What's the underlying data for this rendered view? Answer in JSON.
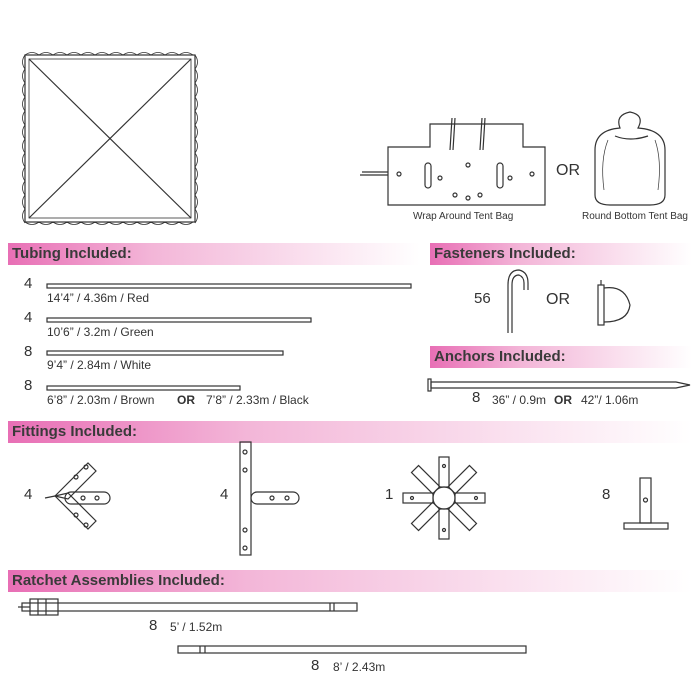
{
  "bags": {
    "wrap_label": "Wrap Around Tent Bag",
    "or_label": "OR",
    "round_label": "Round Bottom Tent Bag"
  },
  "sections": {
    "tubing": "Tubing Included:",
    "fasteners": "Fasteners Included:",
    "anchors": "Anchors Included:",
    "fittings": "Fittings Included:",
    "ratchets": "Ratchet Assemblies Included:"
  },
  "tubing": [
    {
      "qty": "4",
      "label": "14’4” / 4.36m  /  Red"
    },
    {
      "qty": "4",
      "label": "10’6” / 3.2m  /  Green"
    },
    {
      "qty": "8",
      "label": "9’4” / 2.84m  /  White"
    },
    {
      "qty": "8",
      "label": "6’8” / 2.03m  /  Brown",
      "or": "OR",
      "label2": "7’8” / 2.33m  /  Black"
    }
  ],
  "fasteners": {
    "qty": "56",
    "or": "OR"
  },
  "anchors": {
    "qty": "8",
    "label": "36” / 0.9m",
    "or": "OR",
    "label2": "42”/ 1.06m"
  },
  "fittings": [
    {
      "qty": "4"
    },
    {
      "qty": "4"
    },
    {
      "qty": "1"
    },
    {
      "qty": "8"
    }
  ],
  "ratchets": [
    {
      "qty": "8",
      "label": "5’ / 1.52m"
    },
    {
      "qty": "8",
      "label": "8’ / 2.43m"
    }
  ],
  "colors": {
    "banner_start": "#e040a0",
    "banner_end": "#ffffff",
    "line": "#333333"
  }
}
